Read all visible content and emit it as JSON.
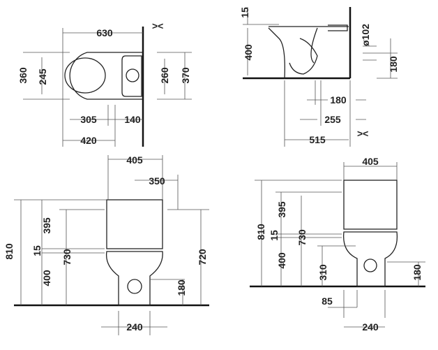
{
  "top_view": {
    "d630": "630",
    "d360": "360",
    "d245": "245",
    "d260": "260",
    "d370": "370",
    "d305": "305",
    "d140": "140",
    "d420": "420",
    "min_symbol": "><"
  },
  "side_view": {
    "d15": "15",
    "d400": "400",
    "d102": "ø102",
    "d180v": "180",
    "d180": "180",
    "d255": "255",
    "d515": "515",
    "min_symbol": "><"
  },
  "front_view": {
    "d405": "405",
    "d350": "350",
    "d810": "810",
    "d395": "395",
    "d15": "15",
    "d400": "400",
    "d730": "730",
    "d720": "720",
    "d180": "180",
    "d240": "240"
  },
  "front_view_2": {
    "d405": "405",
    "d810": "810",
    "d395": "395",
    "d15": "15",
    "d730": "730",
    "d400": "400",
    "d310": "310",
    "d180": "180",
    "d85": "85",
    "d240": "240"
  }
}
